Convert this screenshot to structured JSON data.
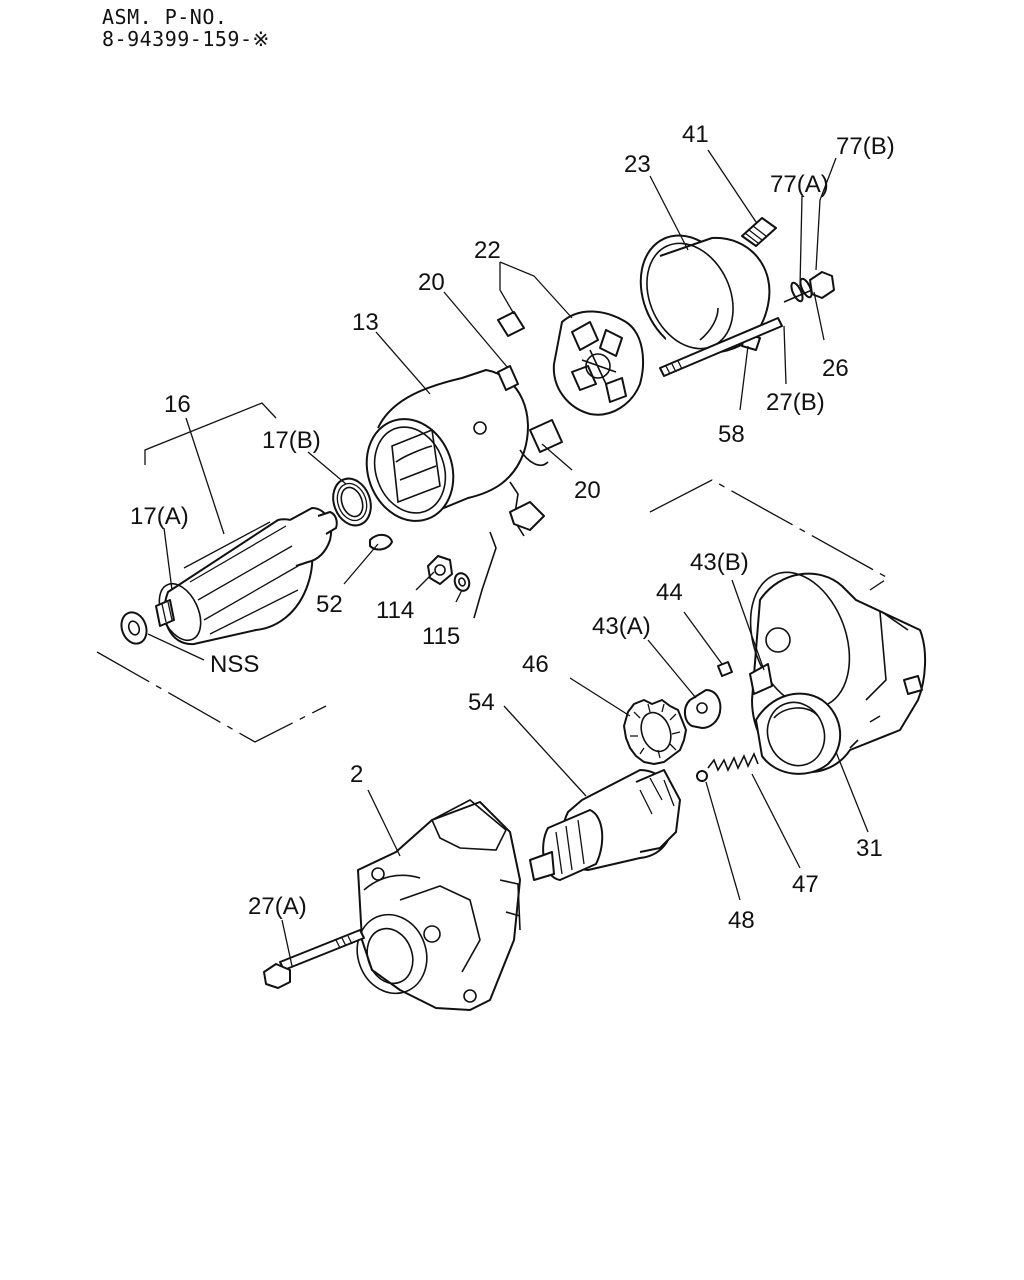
{
  "header": {
    "line1": "ASM. P-NO.",
    "line2": "8-94399-159-※"
  },
  "labels": {
    "l41": "41",
    "l77b": "77(B)",
    "l23": "23",
    "l77a": "77(A)",
    "l22": "22",
    "l20a": "20",
    "l13": "13",
    "l26": "26",
    "l27b": "27(B)",
    "l58": "58",
    "l16": "16",
    "l17b": "17(B)",
    "l20b": "20",
    "l17a": "17(A)",
    "l52": "52",
    "l114": "114",
    "l115": "115",
    "lnss": "NSS",
    "l43b": "43(B)",
    "l44": "44",
    "l43a": "43(A)",
    "l46": "46",
    "l54": "54",
    "l2": "2",
    "l31": "31",
    "l47": "47",
    "l27a": "27(A)",
    "l48": "48"
  }
}
